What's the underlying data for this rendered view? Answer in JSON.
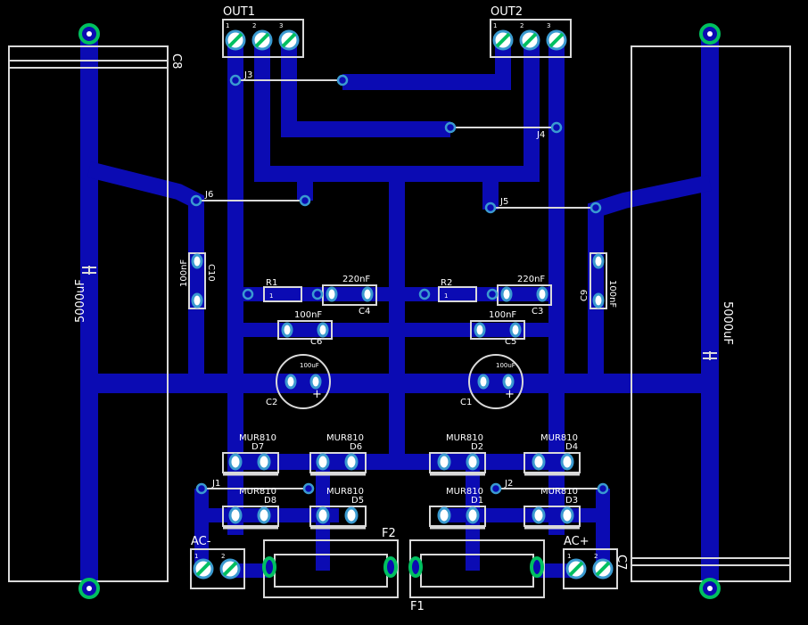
{
  "colors": {
    "background": "#000000",
    "trace": "#0b0bb3",
    "silk": "#d9d9d9",
    "pad_ring": "#00c060",
    "pad_ring_blue": "#3a9ad0",
    "pad_core": "#ffffff"
  },
  "labels": {
    "out1": "OUT1",
    "out2": "OUT2",
    "c8": "C8",
    "c7": "C7",
    "cap_big_left": "5000uF",
    "cap_big_right": "5000uF",
    "j1": "J1",
    "j2": "J2",
    "j3": "J3",
    "j4": "J4",
    "j5": "J5",
    "j6": "J6",
    "r1": "R1",
    "r2": "R2",
    "c3": "C3",
    "c4": "C4",
    "c3_val": "220nF",
    "c4_val": "220nF",
    "c5": "C5",
    "c6": "C6",
    "c5_val": "100nF",
    "c6_val": "100nF",
    "c9": "C9",
    "c10": "C10",
    "c9_val": "100nF",
    "c10_val": "100nF",
    "c1": "C1",
    "c2": "C2",
    "c1_val": "100uF",
    "c2_val": "100uF",
    "d1": "D1",
    "d2": "D2",
    "d3": "D3",
    "d4": "D4",
    "d5": "D5",
    "d6": "D6",
    "d7": "D7",
    "d8": "D8",
    "mur": "MUR810",
    "ac_minus": "AC-",
    "ac_plus": "AC+",
    "f1": "F1",
    "f2": "F2",
    "pin1": "1",
    "pin2": "2",
    "pin3": "3",
    "plus": "+"
  }
}
